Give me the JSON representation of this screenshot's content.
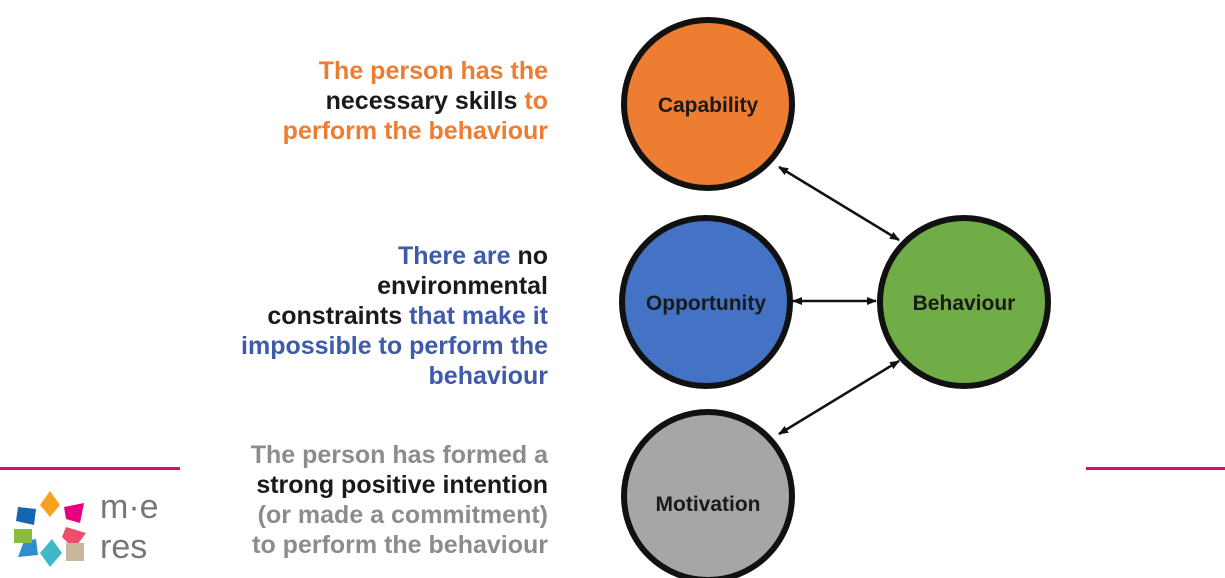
{
  "descriptions": {
    "capability": {
      "line1_orange": "The person has the",
      "line2_black": "necessary skills",
      "line2_orange": " to",
      "line3_orange": "perform the behaviour"
    },
    "opportunity": {
      "line1_blue": "There are",
      "line1_black": " no",
      "line2_black": "environmental",
      "line3_black": "constraints",
      "line3_blue": " that make it",
      "line4_blue": "impossible to perform the",
      "line5_blue": "behaviour"
    },
    "motivation": {
      "line1_gray": "The person has formed a",
      "line2_black": "strong positive intention",
      "line3_gray": "(or made a commitment)",
      "line4_gray": "to perform the behaviour"
    }
  },
  "nodes": {
    "capability": "Capability",
    "opportunity": "Opportunity",
    "behaviour": "Behaviour",
    "motivation": "Motivation"
  },
  "colors": {
    "capability": "#ed7d31",
    "opportunity": "#4472c4",
    "behaviour": "#70ad47",
    "motivation": "#a6a6a6",
    "accent_line": "#e6007e"
  },
  "logo": {
    "line1": "m·e",
    "line2": "res"
  }
}
